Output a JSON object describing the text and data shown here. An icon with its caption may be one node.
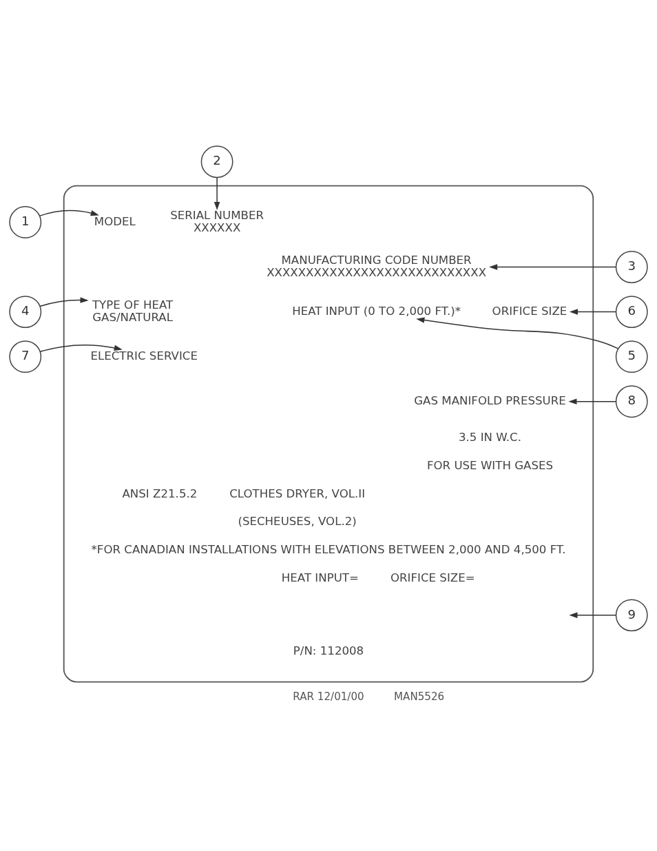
{
  "diagram": {
    "nodes": [
      {
        "text": [],
        "shape": "box"
      },
      {
        "text": [
          "MODEL"
        ],
        "in": 0
      },
      {
        "text": [
          "SERIAL NUMBER",
          "XXXXXX"
        ],
        "in": 0
      },
      {
        "text": [
          "MANUFACTURING CODE NUMBER",
          "XXXXXXXXXXXXXXXXXXXXXXXXXXXX"
        ],
        "in": 0
      },
      {
        "text": [
          "TYPE OF HEAT",
          "GAS/NATURAL"
        ],
        "in": 0
      },
      {
        "text": [
          "HEAT INPUT (0 TO 2,000 FT.)*"
        ],
        "in": 0
      },
      {
        "text": [
          "ORIFICE SIZE"
        ],
        "in": 0
      },
      {
        "text": [
          "ELECTRIC SERVICE"
        ],
        "in": 0
      },
      {
        "text": [
          "GAS MANIFOLD PRESSURE"
        ],
        "in": 0
      },
      {
        "text": [
          "1"
        ]
      },
      {
        "text": [
          "2"
        ]
      },
      {
        "text": [
          "3"
        ]
      },
      {
        "text": [
          "4"
        ]
      },
      {
        "text": [
          "5"
        ]
      },
      {
        "text": [
          "6"
        ]
      },
      {
        "text": [
          "7"
        ]
      },
      {
        "text": [
          "8"
        ]
      },
      {
        "text": [
          "9"
        ]
      }
    ],
    "edges": [
      {
        "from": 9,
        "to": 1,
        "arrow": "to"
      },
      {
        "from": 10,
        "to": 2,
        "arrow": "to"
      },
      {
        "from": 11,
        "to": 3,
        "arrow": "to"
      },
      {
        "from": 12,
        "to": 4,
        "arrow": "to"
      },
      {
        "from": 13,
        "to": 5,
        "arrow": "to"
      },
      {
        "from": 14,
        "to": 6,
        "arrow": "to"
      },
      {
        "from": 15,
        "to": 7,
        "arrow": "to"
      },
      {
        "from": 16,
        "to": 8,
        "arrow": "to"
      },
      {
        "from": 17,
        "to": null,
        "arrow": "to"
      }
    ],
    "labels": [
      "3.5 IN W.C.",
      "FOR USE WITH GASES",
      "ANSI Z21.5.2",
      "CLOTHES DRYER, VOL.II",
      "(SECHEUSES, VOL.2)",
      "*FOR CANADIAN INSTALLATIONS WITH ELEVATIONS BETWEEN 2,000 AND 4,500 FT.",
      "HEAT INPUT=",
      "ORIFICE SIZE=",
      "P/N: 112008",
      "RAR 12/01/00",
      "MAN5526"
    ]
  }
}
